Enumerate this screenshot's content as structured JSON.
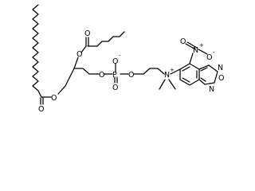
{
  "diagram": {
    "type": "structural-formula",
    "atoms": {
      "ester_o1": "O",
      "carbonyl_o1": "O",
      "ester_o2": "O",
      "carbonyl_o2": "O",
      "phosphate_o_left": "O",
      "phosphorus": "P",
      "phosphate_o_right": "O",
      "phosphate_o_double": "O",
      "phosphate_o_minus": "O",
      "phosphate_minus": "-",
      "ammonium_n": "N",
      "ammonium_plus": "+",
      "oxadiazole_n_top": "N",
      "oxadiazole_o": "O",
      "oxadiazole_n_bottom": "N",
      "nitro_n": "N",
      "nitro_plus": "+",
      "nitro_o_left": "O",
      "nitro_o_right": "O",
      "nitro_minus": "-"
    }
  }
}
